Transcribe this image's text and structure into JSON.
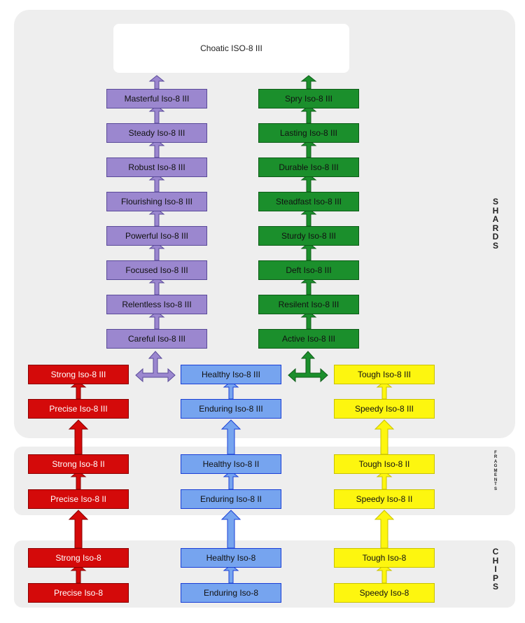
{
  "top_node": "Choatic ISO-8 III",
  "colors": {
    "purple": {
      "fill": "#9b87cf",
      "stroke": "#5a4a99"
    },
    "green": {
      "fill": "#1b8f2c",
      "stroke": "#0d5c17"
    },
    "red": {
      "fill": "#d40a0a",
      "stroke": "#8a0000"
    },
    "blue": {
      "fill": "#76a4ef",
      "stroke": "#1a3fd6"
    },
    "yellow": {
      "fill": "#fdf60f",
      "stroke": "#c9c200"
    }
  },
  "tiers": [
    {
      "key": "shards",
      "label": "SHARDS"
    },
    {
      "key": "fragments",
      "label": "FRAGMENTS"
    },
    {
      "key": "chips",
      "label": "CHIPS"
    }
  ],
  "purple_column": [
    "Masterful Iso-8 III",
    "Steady Iso-8 III",
    "Robust Iso-8 III",
    "Flourishing Iso-8 III",
    "Powerful Iso-8 III",
    "Focused Iso-8 III",
    "Relentless Iso-8 III",
    "Careful Iso-8 III"
  ],
  "green_column": [
    "Spry Iso-8 III",
    "Lasting Iso-8 III",
    "Durable Iso-8 III",
    "Steadfast Iso-8 III",
    "Sturdy Iso-8 III",
    "Deft Iso-8 III",
    "Resilent Iso-8 III",
    "Active Iso-8 III"
  ],
  "red_column": [
    "Strong Iso-8 III",
    "Precise Iso-8 III",
    "Strong Iso-8 II",
    "Precise Iso-8 II",
    "Strong Iso-8",
    "Precise Iso-8"
  ],
  "blue_column": [
    "Healthy Iso-8 III",
    "Enduring Iso-8 III",
    "Healthy Iso-8 II",
    "Enduring Iso-8 II",
    "Healthy Iso-8",
    "Enduring Iso-8"
  ],
  "yellow_column": [
    "Tough Iso-8 III",
    "Speedy Iso-8 III",
    "Tough Iso-8 II",
    "Speedy Iso-8 II",
    "Tough Iso-8",
    "Speedy Iso-8"
  ]
}
